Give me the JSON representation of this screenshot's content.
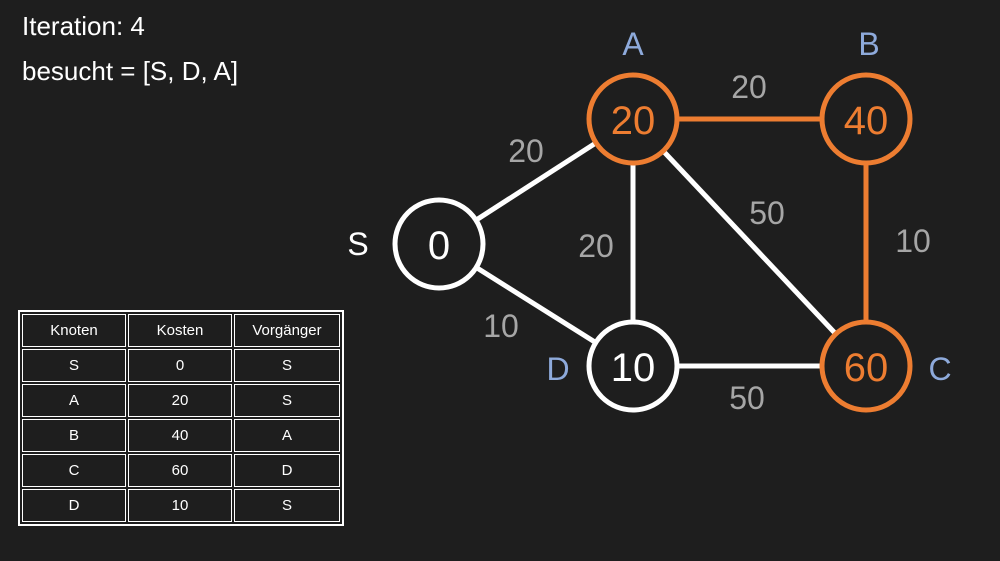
{
  "header": {
    "iteration": "Iteration: 4",
    "visited": "besucht = [S, D, A]"
  },
  "colors": {
    "background": "#1e1e1e",
    "visited": "#ffffff",
    "path": "#ed7d31",
    "node_label": "#8eaadb",
    "edge_weight": "#a6a6a6"
  },
  "graph": {
    "nodes": [
      {
        "id": "S",
        "label": "S",
        "cost": "0",
        "state": "visited"
      },
      {
        "id": "A",
        "label": "A",
        "cost": "20",
        "state": "path"
      },
      {
        "id": "B",
        "label": "B",
        "cost": "40",
        "state": "path"
      },
      {
        "id": "C",
        "label": "C",
        "cost": "60",
        "state": "path"
      },
      {
        "id": "D",
        "label": "D",
        "cost": "10",
        "state": "visited"
      }
    ],
    "edges": [
      {
        "from": "S",
        "to": "A",
        "weight": "20",
        "state": "visited"
      },
      {
        "from": "S",
        "to": "D",
        "weight": "10",
        "state": "visited"
      },
      {
        "from": "A",
        "to": "D",
        "weight": "20",
        "state": "visited"
      },
      {
        "from": "A",
        "to": "C",
        "weight": "50",
        "state": "visited"
      },
      {
        "from": "D",
        "to": "C",
        "weight": "50",
        "state": "visited"
      },
      {
        "from": "A",
        "to": "B",
        "weight": "20",
        "state": "path"
      },
      {
        "from": "B",
        "to": "C",
        "weight": "10",
        "state": "path"
      }
    ]
  },
  "table": {
    "headers": [
      "Knoten",
      "Kosten",
      "Vorgänger"
    ],
    "rows": [
      [
        "S",
        "0",
        "S"
      ],
      [
        "A",
        "20",
        "S"
      ],
      [
        "B",
        "40",
        "A"
      ],
      [
        "C",
        "60",
        "D"
      ],
      [
        "D",
        "10",
        "S"
      ]
    ]
  }
}
